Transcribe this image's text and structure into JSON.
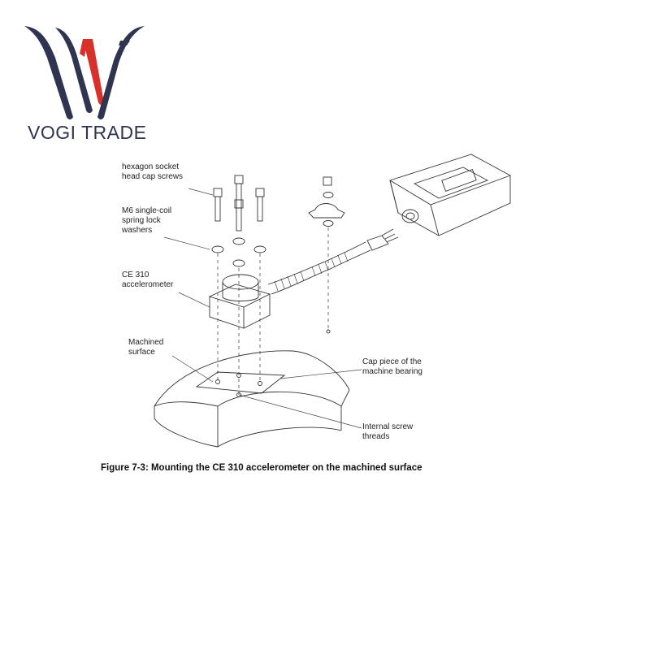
{
  "brand": {
    "logo_icon": "vogi-w-logo",
    "name": "VOGI TRADE",
    "colors": {
      "navy": "#2f3450",
      "red": "#d8302a"
    }
  },
  "figure": {
    "labels": {
      "screws": "hexagon socket\nhead cap screws",
      "washers": "M6 single-coil\nspring lock\nwashers",
      "accelerometer": "CE 310\naccelerometer",
      "machined": "Machined\nsurface",
      "cap_piece": "Cap piece of the\nmachine bearing",
      "threads": "Internal screw\nthreads"
    },
    "caption": "Figure 7-3: Mounting the CE 310 accelerometer on the machined surface"
  }
}
